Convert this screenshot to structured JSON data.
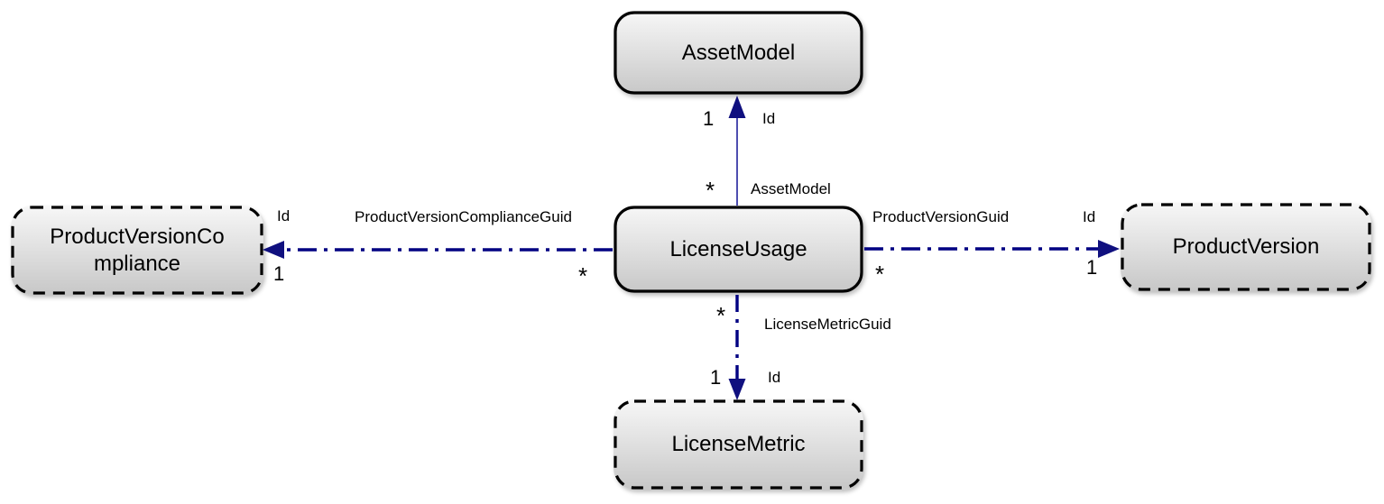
{
  "diagram": {
    "entities": {
      "asset_model": {
        "label": "AssetModel"
      },
      "license_usage": {
        "label": "LicenseUsage"
      },
      "product_version_compliance": {
        "label": "ProductVersionCompliance"
      },
      "product_version": {
        "label": "ProductVersion"
      },
      "license_metric": {
        "label": "LicenseMetric"
      }
    },
    "relationships": {
      "to_asset_model": {
        "property": "AssetModel",
        "many": "*",
        "one": "1",
        "key": "Id"
      },
      "to_product_version_compliance": {
        "property": "ProductVersionComplianceGuid",
        "many": "*",
        "one": "1",
        "key": "Id"
      },
      "to_product_version": {
        "property": "ProductVersionGuid",
        "many": "*",
        "one": "1",
        "key": "Id"
      },
      "to_license_metric": {
        "property": "LicenseMetricGuid",
        "many": "*",
        "one": "1",
        "key": "Id"
      }
    },
    "colors": {
      "connector_navy": "#000082",
      "reference_line_blue": "#3a3aa8",
      "box_border": "#000000",
      "box_fill_top": "#f7f7f7",
      "box_fill_bottom": "#c7c7c7"
    }
  }
}
